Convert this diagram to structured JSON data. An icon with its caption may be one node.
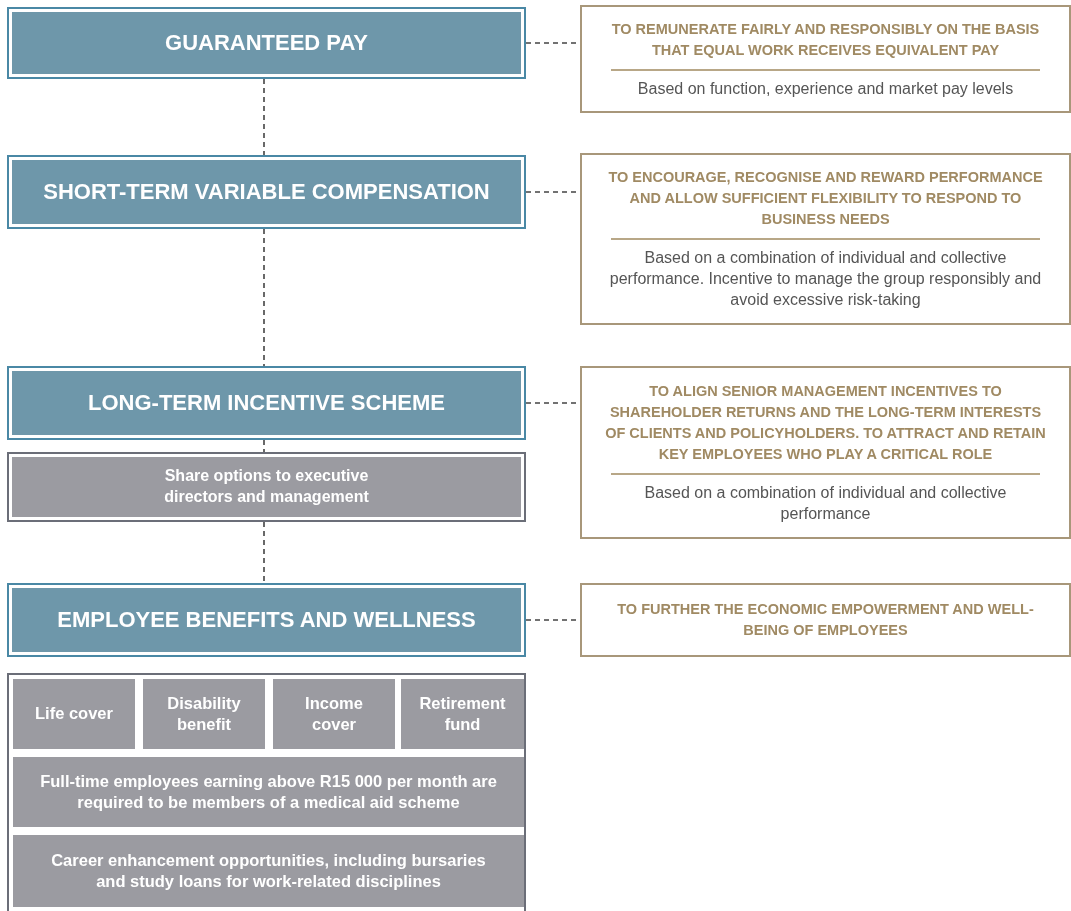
{
  "diagram": {
    "nodes": [
      {
        "text": [
          "GUARANTEED PAY"
        ]
      },
      {
        "text": [
          "TO REMUNERATE FAIRLY AND RESPONSIBLY ON THE BASIS THAT EQUAL WORK RECEIVES EQUIVALENT PAY",
          "Based on function, experience and market pay levels"
        ]
      },
      {
        "text": [
          "SHORT-TERM VARIABLE COMPENSATION"
        ]
      },
      {
        "text": [
          "TO ENCOURAGE, RECOGNISE AND REWARD PERFORMANCE AND ALLOW SUFFICIENT FLEXIBILITY TO RESPOND TO BUSINESS NEEDS",
          "Based on a combination of individual and collective performance. Incentive to manage the group responsibly and avoid excessive risk-taking"
        ]
      },
      {
        "text": [
          "LONG-TERM INCENTIVE SCHEME"
        ]
      },
      {
        "text": [
          "Share options to executive directors and management"
        ]
      },
      {
        "text": [
          "TO ALIGN SENIOR MANAGEMENT INCENTIVES TO SHAREHOLDER RETURNS AND THE LONG-TERM INTERESTS OF CLIENTS AND POLICYHOLDERS. TO ATTRACT AND RETAIN KEY EMPLOYEES WHO PLAY A CRITICAL ROLE",
          "Based on a combination of individual and collective performance"
        ]
      },
      {
        "text": [
          "EMPLOYEE BENEFITS AND WELLNESS"
        ]
      },
      {
        "text": [
          "TO FURTHER THE ECONOMIC EMPOWERMENT AND WELL-BEING OF EMPLOYEES"
        ]
      },
      {
        "text": [],
        "shape": "box"
      },
      {
        "text": [
          "Life cover"
        ],
        "in": 9
      },
      {
        "text": [
          "Disability benefit"
        ],
        "in": 9
      },
      {
        "text": [
          "Income cover"
        ],
        "in": 9
      },
      {
        "text": [
          "Retirement fund"
        ],
        "in": 9
      },
      {
        "text": [
          "Full-time employees earning above R15 000 per month are required to be members of a medical aid scheme"
        ],
        "in": 9
      },
      {
        "text": [
          "Career enhancement opportunities, including bursaries and study loans for work-related disciplines"
        ],
        "in": 9
      }
    ],
    "edges": [
      {
        "from": 0,
        "to": 1,
        "arrow": "none",
        "style": "dashed"
      },
      {
        "from": 0,
        "to": 2,
        "arrow": "none",
        "style": "dashed"
      },
      {
        "from": 2,
        "to": 3,
        "arrow": "none",
        "style": "dashed"
      },
      {
        "from": 2,
        "to": 4,
        "arrow": "none",
        "style": "dashed"
      },
      {
        "from": 4,
        "to": 6,
        "arrow": "none",
        "style": "dashed"
      },
      {
        "from": 4,
        "to": 5,
        "arrow": "none",
        "style": "dashed"
      },
      {
        "from": 5,
        "to": 7,
        "arrow": "none",
        "style": "dashed"
      },
      {
        "from": 7,
        "to": 8,
        "arrow": "none",
        "style": "dashed"
      }
    ]
  }
}
